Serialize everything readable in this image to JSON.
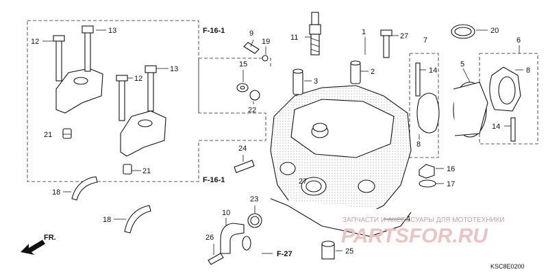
{
  "diagram": {
    "callouts": [
      "1",
      "2",
      "3",
      "4",
      "5",
      "6",
      "7",
      "8",
      "8",
      "9",
      "10",
      "11",
      "12",
      "12",
      "13",
      "13",
      "14",
      "14",
      "15",
      "16",
      "17",
      "18",
      "18",
      "19",
      "20",
      "21",
      "21",
      "22",
      "23",
      "24",
      "25",
      "26",
      "27",
      "27"
    ],
    "refs": [
      "F-16-1",
      "F-16-1",
      "F-27"
    ],
    "direction_label": "FR.",
    "code": "KSC8E0200"
  },
  "watermark": {
    "caption": "ЗАПЧАСТИ И АКСЕССУАРЫ ДЛЯ МОТОТЕХНИКИ",
    "logo_text": "PARTSFOR.RU"
  }
}
